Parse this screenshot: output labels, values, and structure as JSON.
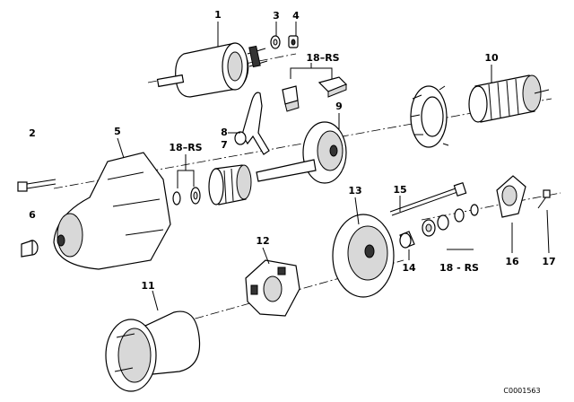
{
  "callouts": [
    {
      "id": "1",
      "text": "1"
    },
    {
      "id": "2",
      "text": "2"
    },
    {
      "id": "3",
      "text": "3"
    },
    {
      "id": "4",
      "text": "4"
    },
    {
      "id": "5",
      "text": "5"
    },
    {
      "id": "6",
      "text": "6"
    },
    {
      "id": "7",
      "text": "7"
    },
    {
      "id": "8",
      "text": "8"
    },
    {
      "id": "9",
      "text": "9"
    },
    {
      "id": "10",
      "text": "10"
    },
    {
      "id": "11",
      "text": "11"
    },
    {
      "id": "12",
      "text": "12"
    },
    {
      "id": "13",
      "text": "13"
    },
    {
      "id": "14",
      "text": "14"
    },
    {
      "id": "15",
      "text": "15"
    },
    {
      "id": "16",
      "text": "16"
    },
    {
      "id": "17",
      "text": "17"
    },
    {
      "id": "18rs_a",
      "text": "18–RS"
    },
    {
      "id": "18rs_b",
      "text": "18–RS"
    },
    {
      "id": "18rs_c",
      "text": "18 - RS"
    }
  ],
  "diagram_code": "C0001563"
}
